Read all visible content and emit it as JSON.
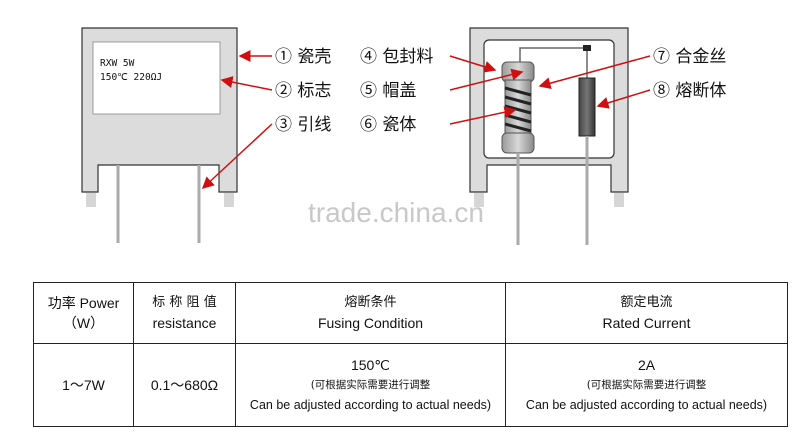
{
  "watermark": "trade.china.cn",
  "component_marking": {
    "line1": "RXW 5W",
    "line2": "150℃ 220ΩJ"
  },
  "labels": {
    "l1": "① 瓷壳",
    "l2": "② 标志",
    "l3": "③ 引线",
    "l4": "④ 包封料",
    "l5": "⑤ 帽盖",
    "l6": "⑥ 瓷体",
    "l7": "⑦ 合金丝",
    "l8": "⑧ 熔断体"
  },
  "table": {
    "headers": [
      {
        "cn": "功率 Power",
        "en": "（W）"
      },
      {
        "cn": "标 称 阻 值",
        "en": "resistance"
      },
      {
        "cn": "熔断条件",
        "en": "Fusing Condition"
      },
      {
        "cn": "额定电流",
        "en": "Rated Current"
      }
    ],
    "row": {
      "power": "1～7W",
      "resistance": "0.1～680Ω",
      "fusing": {
        "value": "150℃",
        "note_cn": "(可根据实际需要进行调整",
        "note_en": "Can be adjusted according to actual needs)"
      },
      "current": {
        "value": "2A",
        "note_cn": "(可根据实际需要进行调整",
        "note_en": "Can be adjusted according to actual needs)"
      }
    }
  }
}
